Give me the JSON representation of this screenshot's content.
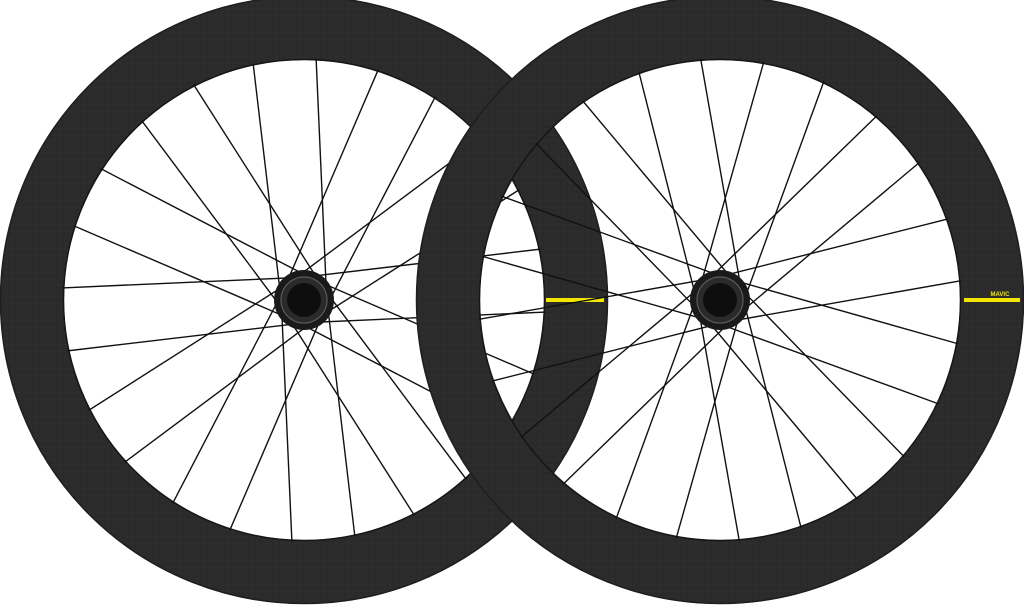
{
  "image": {
    "subject": "carbon-wheelset",
    "colors": {
      "background": "#ffffff",
      "rim": "#2b2b2b",
      "rim_edge": "#1e1e1e",
      "rim_inner_edge": "#161616",
      "spoke": "#111111",
      "hub": "#1a1a1a",
      "hub_highlight": "#5a5a5a",
      "decal": "#f2e600"
    },
    "decal_text": "MAVIC",
    "spokes_per_wheel": 24
  }
}
